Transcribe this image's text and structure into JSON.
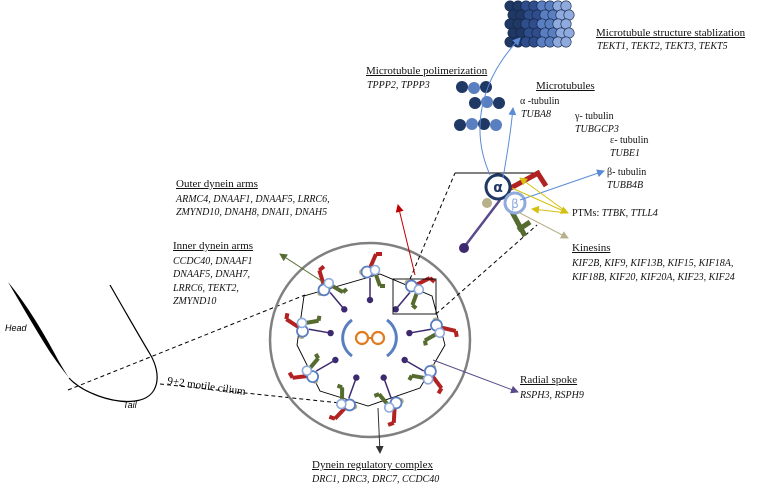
{
  "sperm": {
    "head_label": "Head",
    "tail_label": "Tail",
    "cilium_label": "9+2 motile cilium"
  },
  "microtubule_stabilization": {
    "title": "Microtubule structure stablization",
    "genes": "TEKT1, TEKT2, TEKT3, TEKT5"
  },
  "microtubule_polymerization": {
    "title": "Microtubule polimerization",
    "genes": "TPPP2, TPPP3"
  },
  "microtubules": {
    "title": "Microtubules",
    "alpha_tubulin": {
      "name": "α -tubulin",
      "gene": "TUBA8"
    },
    "gamma_tubulin": {
      "name": "γ- tubulin",
      "gene": "TUBGCP3"
    },
    "epsilon_tubulin": {
      "name": "ε- tubulin",
      "gene": "TUBE1"
    },
    "beta_tubulin": {
      "name": "β- tubulin",
      "gene": "TUBB4B"
    }
  },
  "symbols": {
    "alpha": "α",
    "beta": "β"
  },
  "ptms": {
    "label": "PTMs:",
    "genes": "TTBK, TTLL4"
  },
  "kinesins": {
    "title": "Kinesins",
    "line1": "KIF2B, KIF9, KIF13B, KIF15, KIF18A,",
    "line2": "KIF18B, KIF20, KIF20A, KIF23, KIF24"
  },
  "outer_dynein_arms": {
    "title": "Outer dynein arms",
    "line1": "ARMC4, DNAAF1, DNAAF5, LRRC6,",
    "line2": "ZMYND10, DNAH8, DNAI1, DNAH5"
  },
  "inner_dynein_arms": {
    "title": "Inner dynein arms",
    "line1": "CCDC40, DNAAF1",
    "line2": "DNAAF5, DNAH7,",
    "line3": "LRRC6, TEKT2,",
    "line4": "ZMYND10"
  },
  "radial_spoke": {
    "title": "Radial spoke",
    "genes": "RSPH3, RSPH9"
  },
  "dynein_regulatory_complex": {
    "title": "Dynein regulatory complex",
    "genes": "DRC1, DRC3, DRC7, CCDC40"
  },
  "colors": {
    "doublet_blue": "#5a7fc1",
    "dark_navy": "#1f3864",
    "light_blue": "#8faadc",
    "red_arm": "#b22222",
    "olive_arm": "#556b2f",
    "spoke_purple": "#3d2a6e",
    "central_orange": "#e07b20",
    "membrane_gray": "#808080",
    "tan": "#b8b08a"
  }
}
